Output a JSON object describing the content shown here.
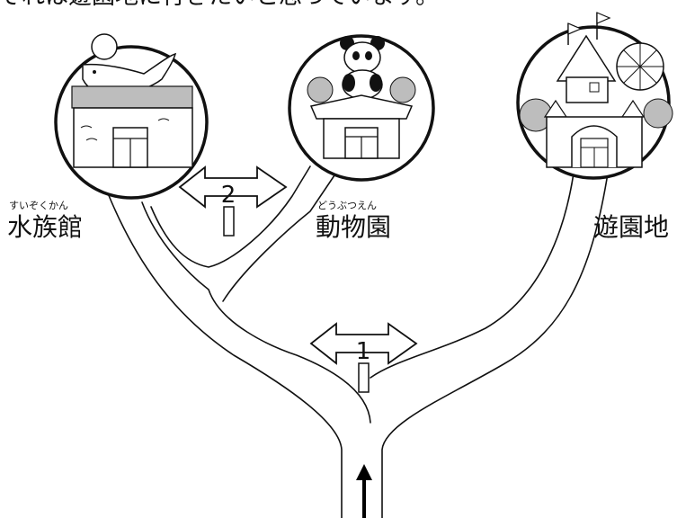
{
  "header_text": "それは遊園地に行きたいと思っています。",
  "destinations": {
    "aquarium": {
      "name": "水族館",
      "ruby": "すいぞくかん"
    },
    "zoo": {
      "name": "動物園",
      "ruby": "どうぶつえん"
    },
    "amusement_park": {
      "name": "遊園地"
    }
  },
  "signs": {
    "sign_1": {
      "number": "1"
    },
    "sign_2": {
      "number": "2"
    }
  }
}
